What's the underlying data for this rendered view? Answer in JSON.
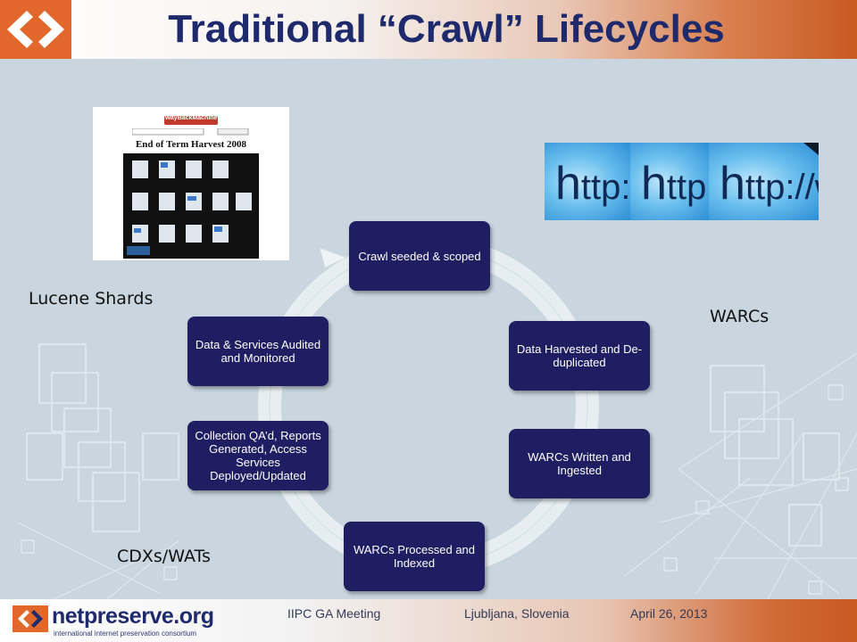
{
  "title": "Traditional “Crawl” Lifecycles",
  "steps": [
    "Crawl seeded & scoped",
    "Data Harvested and De-duplicated",
    "WARCs Written and Ingested",
    "WARCs Processed and Indexed",
    "Collection QA’d, Reports Generated, Access Services Deployed/Updated",
    "Data & Services Audited and Monitored"
  ],
  "labels": {
    "lucene": "Lucene Shards",
    "warcs": "WARCs",
    "cdx": "CDXs/WATs"
  },
  "thumbnail": {
    "logo": "WayBackMachine",
    "title": "End of Term Harvest 2008"
  },
  "http_image": {
    "tiles": [
      "http://",
      "http:/",
      "http://www"
    ]
  },
  "footer": {
    "brand": "netpreserve.org",
    "brand_sub": "international internet preservation consortium",
    "meeting": "IIPC GA Meeting",
    "location": "Ljubljana, Slovenia",
    "date": "April 26, 2013"
  },
  "colors": {
    "title": "#1e2a6b",
    "box": "#1f1e63",
    "accent": "#e2672a",
    "ring": "#e6eef2"
  }
}
